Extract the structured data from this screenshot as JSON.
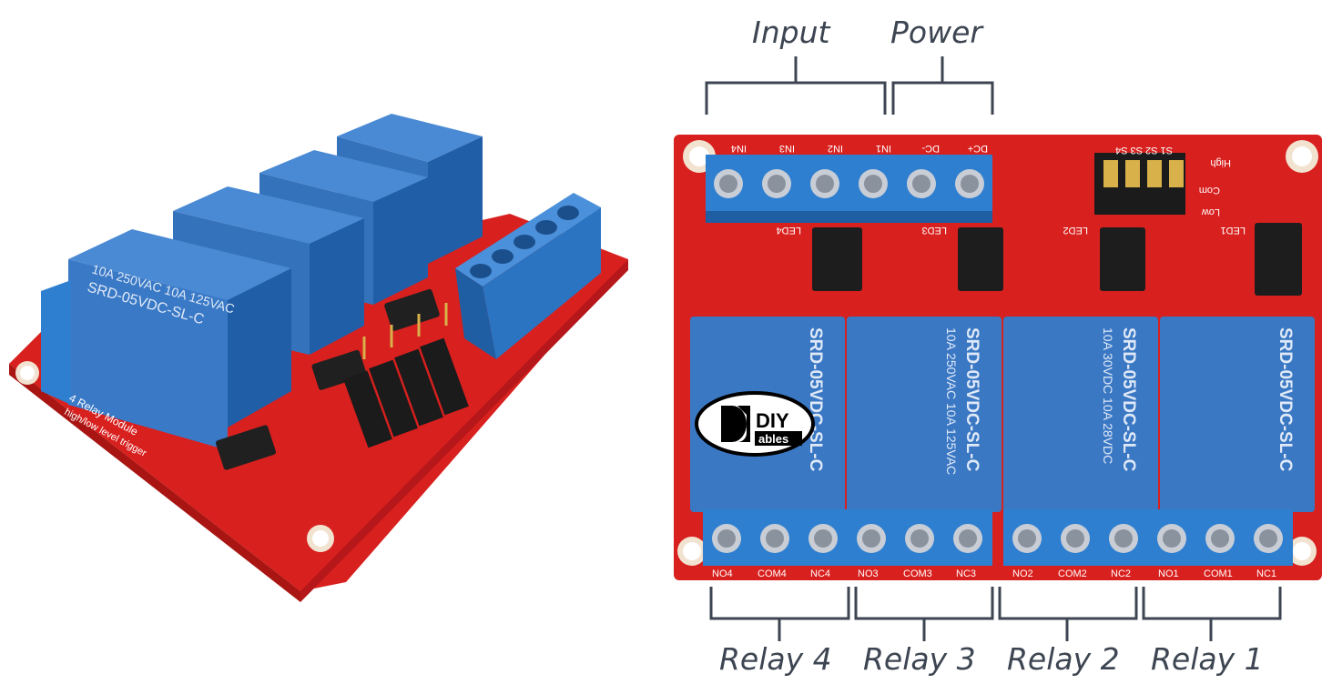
{
  "callouts": {
    "input": "Input",
    "power": "Power",
    "relay4": "Relay 4",
    "relay3": "Relay 3",
    "relay2": "Relay 2",
    "relay1": "Relay 1"
  },
  "board": {
    "input_pins": [
      "IN4",
      "IN3",
      "IN2",
      "IN1",
      "DC-",
      "DC+"
    ],
    "output_pins": [
      "NO4",
      "COM4",
      "NC4",
      "NO3",
      "COM3",
      "NC3",
      "NO2",
      "COM2",
      "NC2",
      "NO1",
      "COM1",
      "NC1"
    ],
    "led_labels": [
      "LED4",
      "LED3",
      "LED2",
      "LED1"
    ],
    "jumper_header": "S1 S2 S3 S4",
    "jumper_levels": [
      "High",
      "Com",
      "Low"
    ],
    "relay_model": "SRD-05VDC-SL-C",
    "relay_rating_1": "10A 250VAC  10A 125VAC",
    "relay_rating_2": "10A 30VDC  10A 28VDC",
    "module_silk_1": "4 Relay Module",
    "module_silk_2": "high/low level trigger"
  },
  "logo": {
    "text_top": "DIY",
    "text_bottom": "ables"
  },
  "colors": {
    "pcb_red": "#d8201e",
    "relay_blue": "#3b78c4",
    "terminal_blue": "#2f7fd0",
    "callout_gray": "#3d4552"
  }
}
